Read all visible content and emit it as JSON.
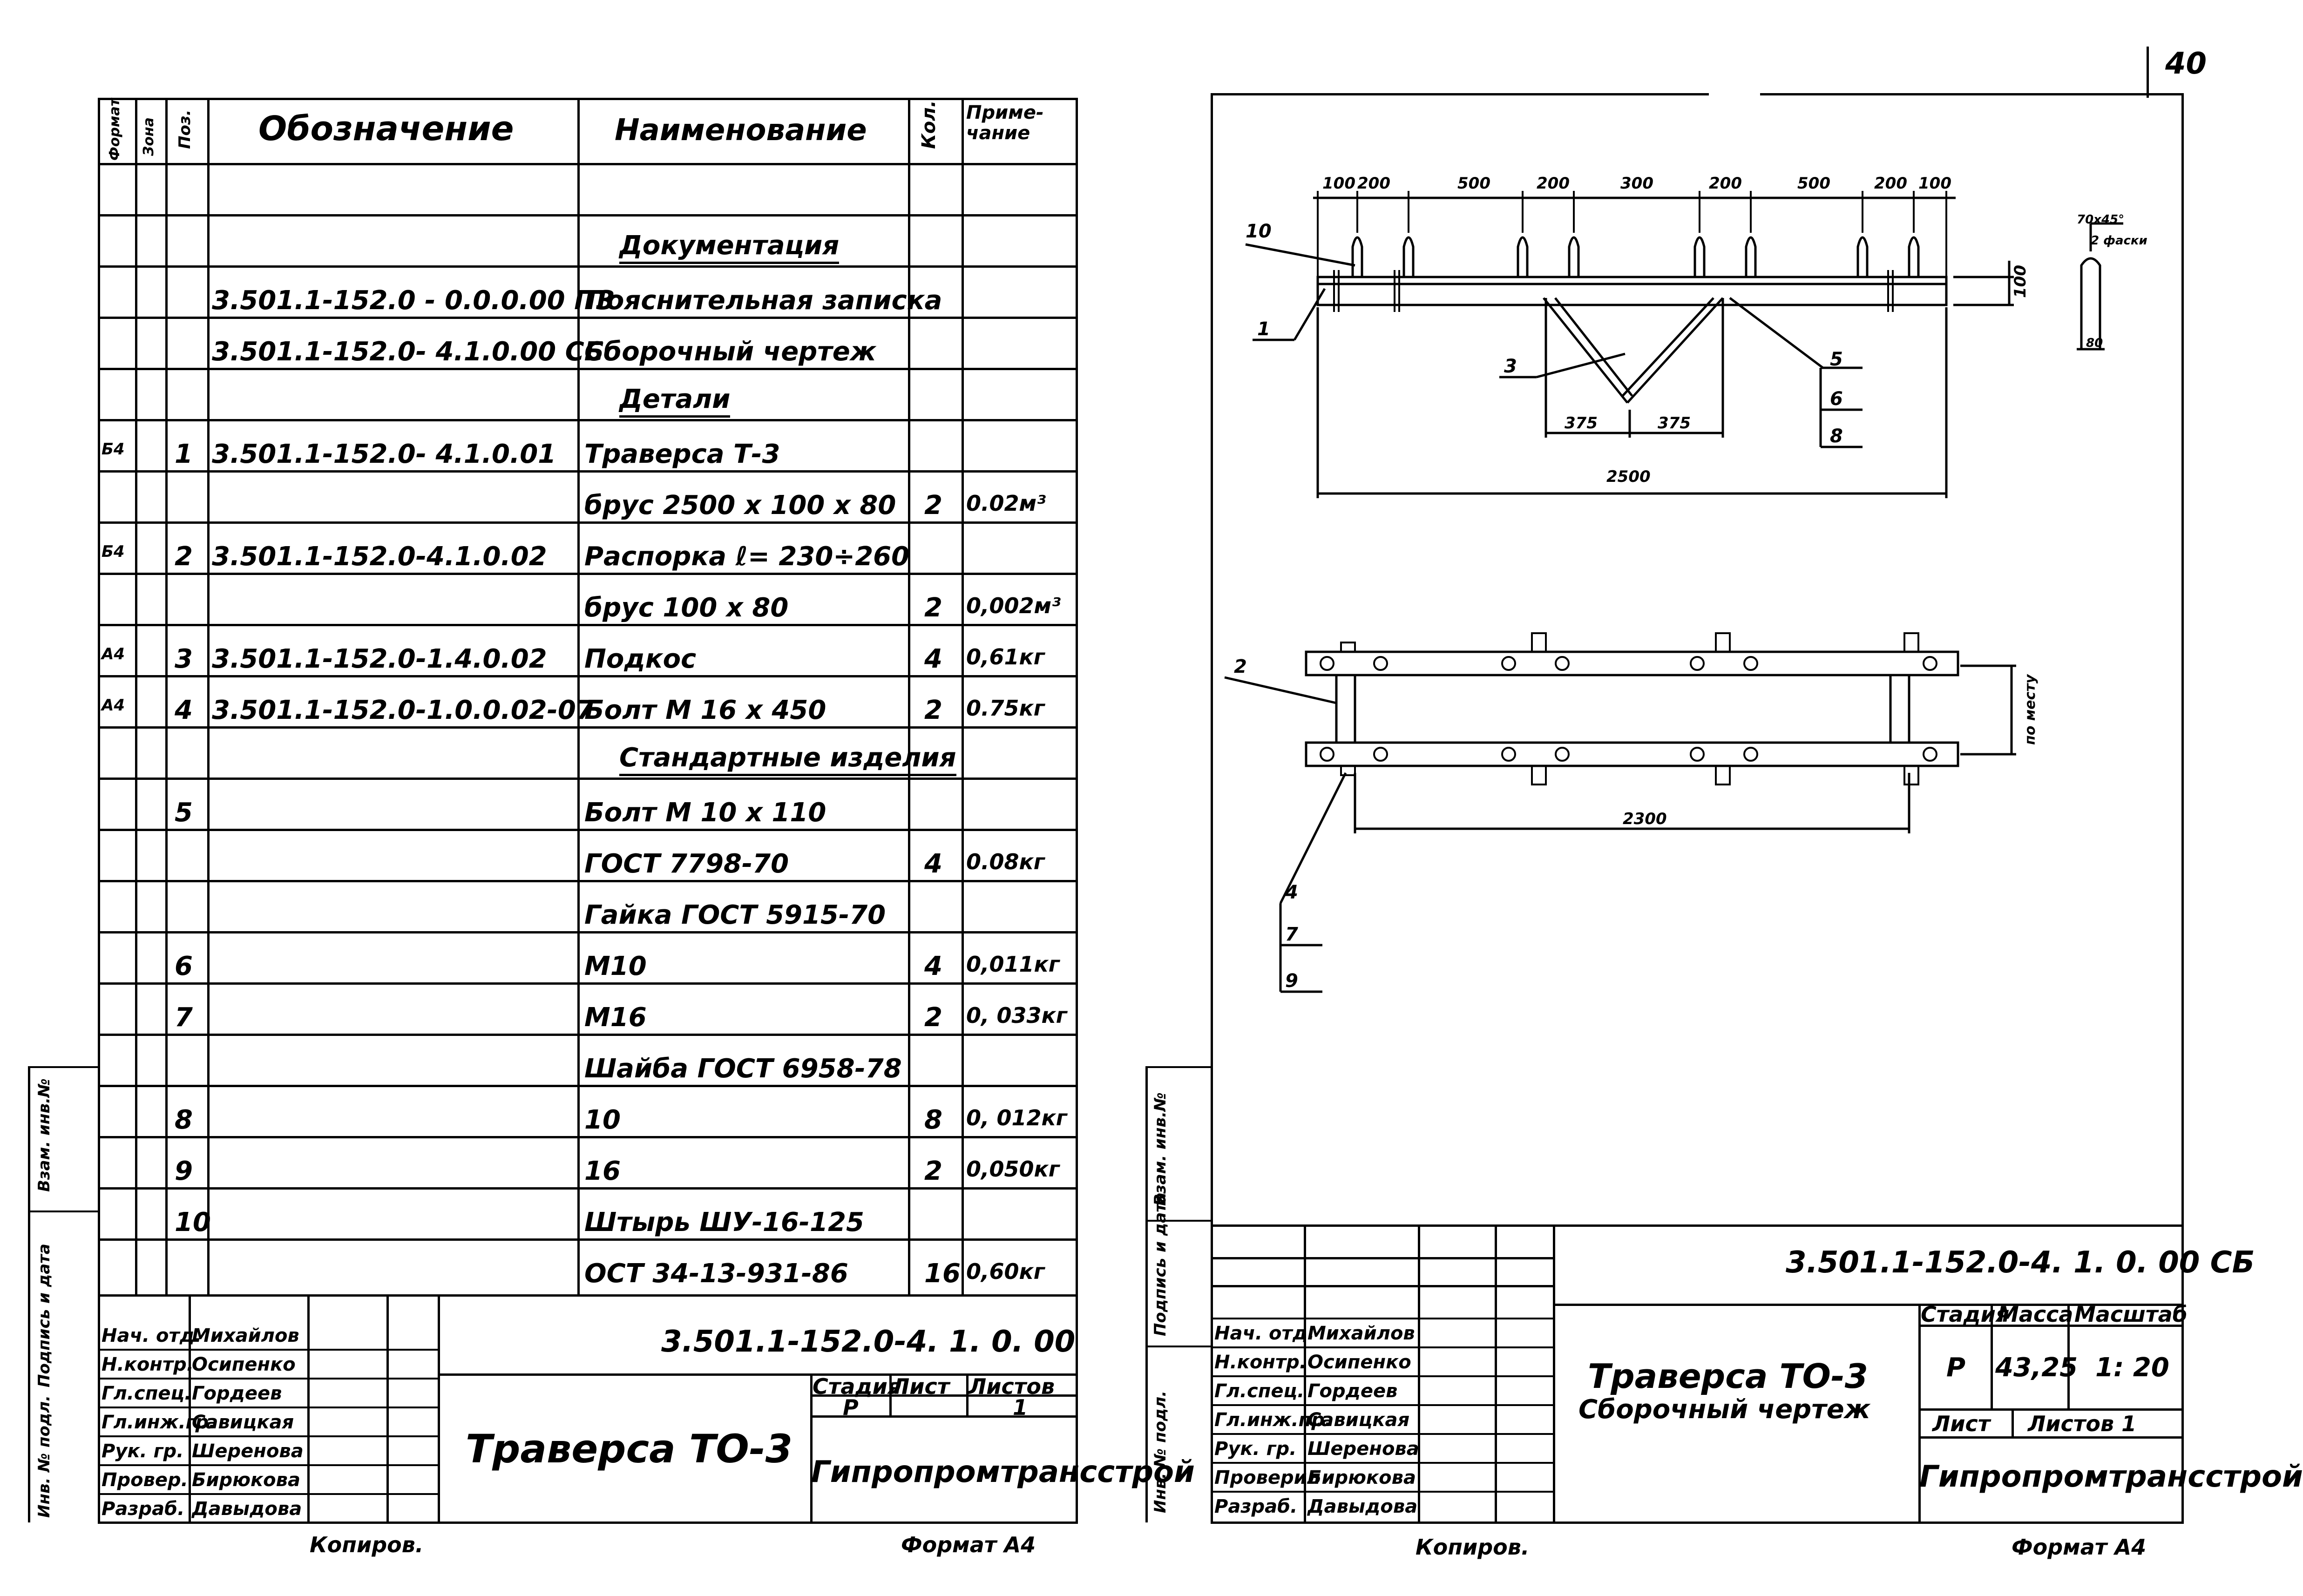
{
  "page_number": "40",
  "left_sheet": {
    "header": {
      "format_col": "Формат",
      "zone_col": "Зона",
      "pos_col": "Поз.",
      "designation": "Обозначение",
      "name": "Наименование",
      "qty": "Кол.",
      "note": "Приме-\nчание"
    },
    "rows": [
      {
        "fmt": "",
        "zone": "",
        "pos": "",
        "des": "",
        "name": "",
        "qty": "",
        "note": ""
      },
      {
        "fmt": "",
        "zone": "",
        "pos": "",
        "des": "",
        "name": "Документация",
        "qty": "",
        "note": "",
        "section": true
      },
      {
        "fmt": "",
        "zone": "",
        "pos": "",
        "des": "3.501.1-152.0 - 0.0.0.00 ПЗ",
        "name": "Пояснительная записка",
        "qty": "",
        "note": ""
      },
      {
        "fmt": "",
        "zone": "",
        "pos": "",
        "des": "3.501.1-152.0- 4.1.0.00 СБ",
        "name": "Сборочный чертеж",
        "qty": "",
        "note": ""
      },
      {
        "fmt": "",
        "zone": "",
        "pos": "",
        "des": "",
        "name": "Детали",
        "qty": "",
        "note": "",
        "section": true
      },
      {
        "fmt": "Б4",
        "zone": "",
        "pos": "1",
        "des": "3.501.1-152.0- 4.1.0.01",
        "name": "Траверса   Т-3",
        "qty": "",
        "note": ""
      },
      {
        "fmt": "",
        "zone": "",
        "pos": "",
        "des": "",
        "name": "брус 2500 х 100 х 80",
        "qty": "2",
        "note": "0.02м³"
      },
      {
        "fmt": "Б4",
        "zone": "",
        "pos": "2",
        "des": "3.501.1-152.0-4.1.0.02",
        "name": "Распорка   ℓ= 230÷260",
        "qty": "",
        "note": ""
      },
      {
        "fmt": "",
        "zone": "",
        "pos": "",
        "des": "",
        "name": "брус 100 х 80",
        "qty": "2",
        "note": "0,002м³"
      },
      {
        "fmt": "А4",
        "zone": "",
        "pos": "3",
        "des": "3.501.1-152.0-1.4.0.02",
        "name": "Подкос",
        "qty": "4",
        "note": "0,61кг"
      },
      {
        "fmt": "А4",
        "zone": "",
        "pos": "4",
        "des": "3.501.1-152.0-1.0.0.02-07",
        "name": "Болт  М 16 х 450",
        "qty": "2",
        "note": "0.75кг"
      },
      {
        "fmt": "",
        "zone": "",
        "pos": "",
        "des": "",
        "name": "Стандартные изделия",
        "qty": "",
        "note": "",
        "section": true
      },
      {
        "fmt": "",
        "zone": "",
        "pos": "5",
        "des": "",
        "name": "Болт  М 10 х 110",
        "qty": "",
        "note": ""
      },
      {
        "fmt": "",
        "zone": "",
        "pos": "",
        "des": "",
        "name": "ГОСТ 7798-70",
        "qty": "4",
        "note": "0.08кг"
      },
      {
        "fmt": "",
        "zone": "",
        "pos": "",
        "des": "",
        "name": "Гайка  ГОСТ 5915-70",
        "qty": "",
        "note": ""
      },
      {
        "fmt": "",
        "zone": "",
        "pos": "6",
        "des": "",
        "name": "М10",
        "qty": "4",
        "note": "0,011кг"
      },
      {
        "fmt": "",
        "zone": "",
        "pos": "7",
        "des": "",
        "name": "М16",
        "qty": "2",
        "note": "0, 033кг"
      },
      {
        "fmt": "",
        "zone": "",
        "pos": "",
        "des": "",
        "name": "Шайба  ГОСТ 6958-78",
        "qty": "",
        "note": ""
      },
      {
        "fmt": "",
        "zone": "",
        "pos": "8",
        "des": "",
        "name": "10",
        "qty": "8",
        "note": "0, 012кг"
      },
      {
        "fmt": "",
        "zone": "",
        "pos": "9",
        "des": "",
        "name": "16",
        "qty": "2",
        "note": "0,050кг"
      },
      {
        "fmt": "",
        "zone": "",
        "pos": "10",
        "des": "",
        "name": "Штырь  ШУ-16-125",
        "qty": "",
        "note": ""
      },
      {
        "fmt": "",
        "zone": "",
        "pos": "",
        "des": "",
        "name": "ОСТ 34-13-931-86",
        "qty": "16",
        "note": "0,60кг"
      }
    ],
    "title_block": {
      "code": "3.501.1-152.0-4. 1. 0. 00",
      "title": "Траверса  ТО-3",
      "stage_label": "Стадия",
      "sheet_label": "Лист",
      "sheets_label": "Листов",
      "stage": "Р",
      "sheet": "",
      "sheets": "1",
      "org": "Гипропромтрансстрой",
      "people": [
        {
          "role": "Нач. отд.",
          "name": "Михайлов"
        },
        {
          "role": "Н.контр.",
          "name": "Осипенко"
        },
        {
          "role": "Гл.спец.",
          "name": "Гордеев"
        },
        {
          "role": "Гл.инж.гр.",
          "name": "Савицкая"
        },
        {
          "role": "Рук. гр.",
          "name": "Шеренова"
        },
        {
          "role": "Провер.",
          "name": "Бирюкова"
        },
        {
          "role": "Разраб.",
          "name": "Давыдова"
        }
      ]
    },
    "side_labels": [
      "Инв. № подл.",
      "Подпись и дата",
      "Взам. инв.№"
    ],
    "copied": "Копиров.",
    "format": "Формат А4"
  },
  "right_sheet": {
    "drawing": {
      "top_dims": [
        "100",
        "200",
        "500",
        "200",
        "300",
        "200",
        "500",
        "200",
        "100"
      ],
      "height_dim": "100",
      "diag_dims": [
        "375",
        "375"
      ],
      "total_length": "2500",
      "plan_length": "2300",
      "plan_side_dim": "по месту",
      "detail_note_1": "70х45°",
      "detail_note_2": "2 фаски",
      "detail_dim": "80",
      "callouts_top": [
        "10",
        "1",
        "3",
        "5",
        "6",
        "8"
      ],
      "callouts_plan": [
        "2",
        "4",
        "7",
        "9"
      ]
    },
    "title_block": {
      "code": "3.501.1-152.0-4. 1. 0. 00 СБ",
      "title": "Траверса   ТО-3",
      "subtitle": "Сборочный  чертеж",
      "stage_label": "Стадия",
      "mass_label": "Масса",
      "scale_label": "Масштаб",
      "stage": "Р",
      "mass": "43,25",
      "scale": "1: 20",
      "sheet_label": "Лист",
      "sheets_label": "Листов  1",
      "org": "Гипропромтрансстрой",
      "people": [
        {
          "role": "Нач. отд.",
          "name": "Михайлов"
        },
        {
          "role": "Н.контр.",
          "name": "Осипенко"
        },
        {
          "role": "Гл.спец.",
          "name": "Гордеев"
        },
        {
          "role": "Гл.инж.пр.",
          "name": "Савицкая"
        },
        {
          "role": "Рук. гр.",
          "name": "Шеренова"
        },
        {
          "role": "Проверил",
          "name": "Бирюкова"
        },
        {
          "role": "Разраб.",
          "name": "Давыдова"
        }
      ]
    },
    "side_labels": [
      "Инв. № подл.",
      "Подпись и дата",
      "Взам. инв.№"
    ],
    "copied": "Копиров.",
    "format": "Формат А4"
  }
}
